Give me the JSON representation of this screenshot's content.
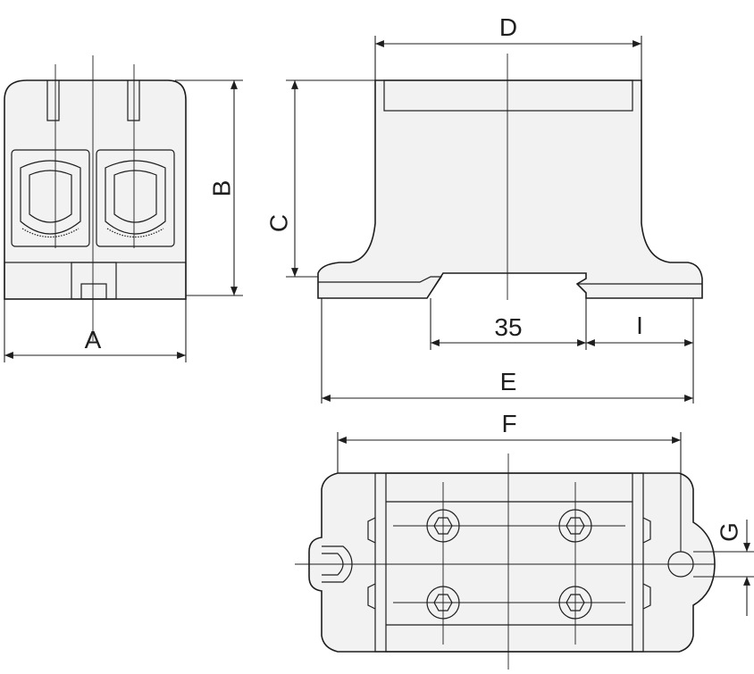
{
  "dimensions": {
    "A": "A",
    "B": "B",
    "C": "C",
    "D": "D",
    "E": "E",
    "F": "F",
    "G": "G",
    "I": "I",
    "slot_width": "35"
  },
  "colors": {
    "line": "#1e1e1e",
    "fill": "#f2f2f2"
  }
}
